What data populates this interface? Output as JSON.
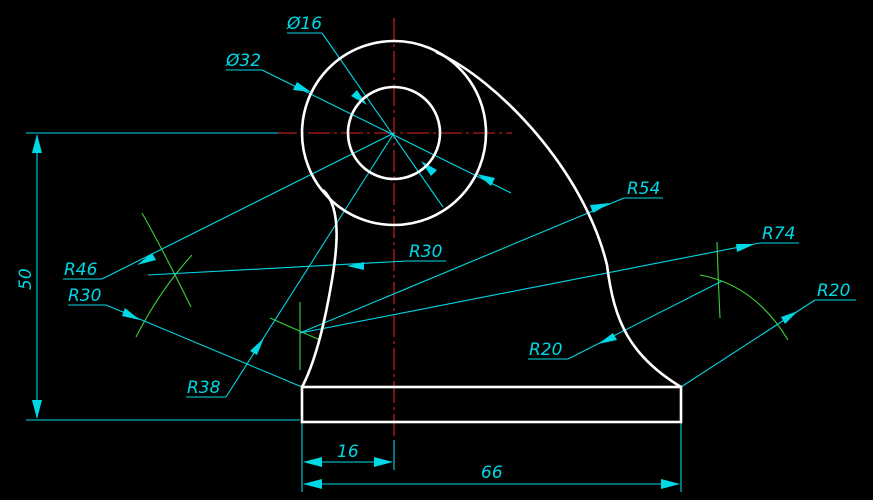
{
  "drawing": {
    "colors": {
      "background": "#000000",
      "outline": "#ffffff",
      "dimension": "#00d8e6",
      "centerline": "#e02020",
      "construction": "#3bd13b"
    },
    "dimensions": {
      "dia16": "Ø16",
      "dia32": "Ø32",
      "r54": "R54",
      "r30_top": "R30",
      "r74": "R74",
      "r46": "R46",
      "r30_left": "R30",
      "r20_right": "R20",
      "r20_mid": "R20",
      "r38": "R38",
      "height_50": "50",
      "width_16": "16",
      "width_66": "66"
    }
  }
}
